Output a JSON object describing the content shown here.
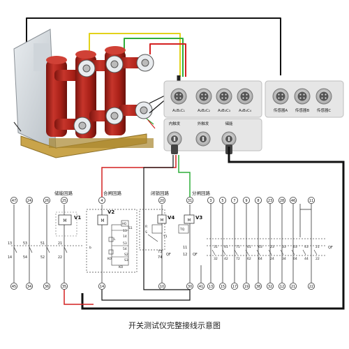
{
  "caption": "开关测试仪完整接线示意图",
  "ports_top": [
    {
      "label": "A₁B₁C₁"
    },
    {
      "label": "A₂B₂C₂"
    },
    {
      "label": "A₃B₃C₃"
    },
    {
      "label": "A₄B₄C₄"
    },
    {
      "label": "传感器A"
    },
    {
      "label": "传感器B"
    },
    {
      "label": "传感器C"
    }
  ],
  "ports_bottom": [
    {
      "label": "内触发"
    },
    {
      "label": "外触发"
    },
    {
      "label": "储能"
    }
  ],
  "groups": [
    {
      "label": "储能回路"
    },
    {
      "label": "合闸回路"
    },
    {
      "label": "闭锁回路"
    },
    {
      "label": "分闸回路"
    }
  ],
  "top_terminals": [
    "47",
    "24",
    "26",
    "25",
    "4",
    "20",
    "31",
    "3",
    "5",
    "7",
    "9",
    "8",
    "23",
    "28",
    "46",
    "11"
  ],
  "bottom_terminals": [
    "45",
    "34",
    "36",
    "35",
    "14",
    "10",
    "30",
    "41",
    "13",
    "15",
    "17",
    "19",
    "38",
    "32",
    "12",
    "21",
    "22"
  ],
  "relays": [
    {
      "label": "V1"
    },
    {
      "label": "V2"
    },
    {
      "label": "V4"
    },
    {
      "label": "V3"
    }
  ],
  "contacts": {
    "left_upper": [
      "13",
      "53",
      "51",
      "21"
    ],
    "left_lower": [
      "14",
      "54",
      "52",
      "22"
    ],
    "v3_upper": [
      "11"
    ],
    "v3_lower": [
      "12"
    ],
    "qf_upper": [
      "31",
      "41",
      "71",
      "61",
      "63",
      "23",
      "33",
      "03",
      "43",
      "21"
    ],
    "qf_lower": [
      "32",
      "42",
      "72",
      "62",
      "64",
      "24",
      "34",
      "04",
      "44",
      "22"
    ],
    "qf_tag": "QF",
    "qf_small_tag": "QF",
    "v4_tag": "Y1",
    "v4_pins": [
      "R",
      "S",
      "Y1"
    ],
    "v2_pins": [
      "S1",
      "S2",
      "13",
      "14",
      "53",
      "54",
      "L",
      "b",
      "K0",
      "S3",
      "HQ",
      "KO"
    ]
  },
  "colors": {
    "red_wire": "#d42020",
    "green_wire": "#2fae3a",
    "yellow_wire": "#e3d21a",
    "black_wire": "#111111",
    "breaker_red": "#b8261f"
  }
}
